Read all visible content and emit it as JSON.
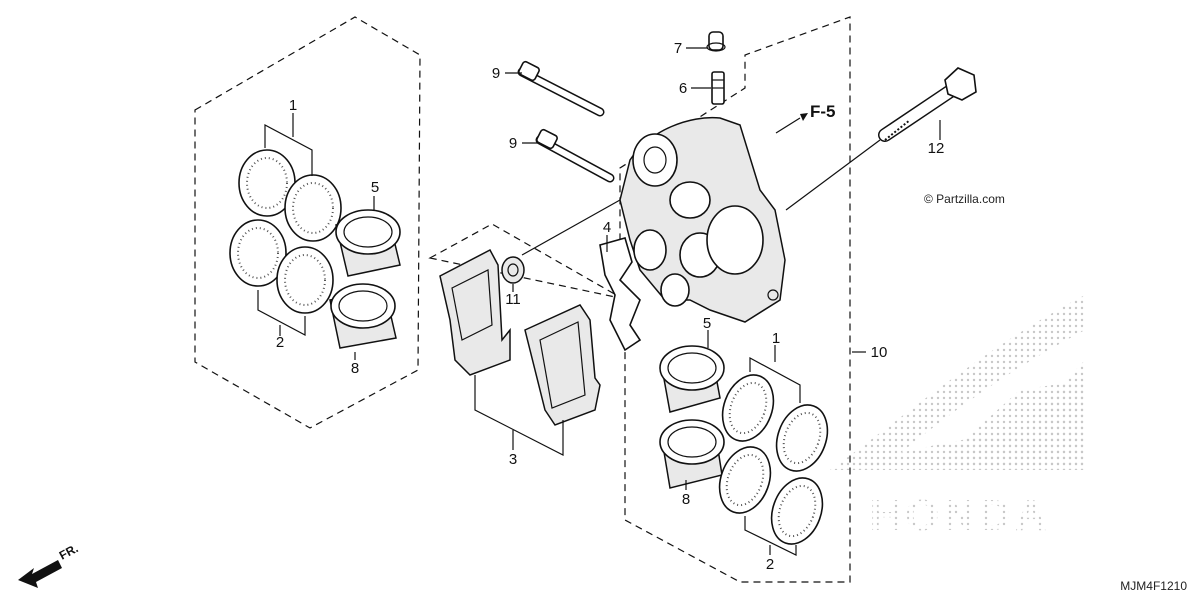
{
  "diagram": {
    "callouts": {
      "c1a": "1",
      "c2a": "2",
      "c5a": "5",
      "c8a": "8",
      "c9a": "9",
      "c9b": "9",
      "c7": "7",
      "c6": "6",
      "c4": "4",
      "c11": "11",
      "c3": "3",
      "c12": "12",
      "c5b": "5",
      "c1b": "1",
      "c8b": "8",
      "c2b": "2",
      "c10": "10"
    },
    "reference": "F-5",
    "watermark": "© Partzilla.com",
    "front_marker": "FR.",
    "brand": "HONDA",
    "diagram_code": "MJM4F1210"
  }
}
